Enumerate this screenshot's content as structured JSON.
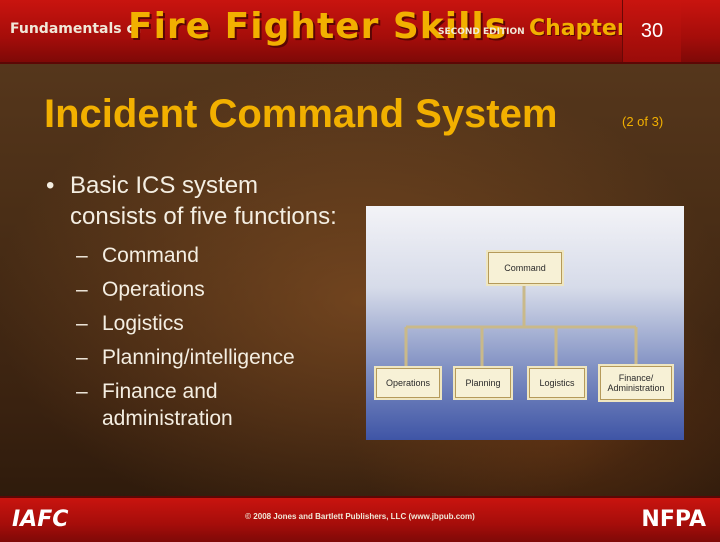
{
  "header": {
    "series": "Fundamentals of",
    "title": "Fire Fighter Skills",
    "edition": "SECOND EDITION",
    "chapter_label": "Chapter",
    "chapter_number": "30"
  },
  "slide": {
    "title": "Incident Command System",
    "title_note": "(2 of 3)",
    "bullet": "Basic ICS system consists of five functions:",
    "sub_items": [
      "Command",
      "Operations",
      "Logistics",
      "Planning/intelligence",
      "Finance and administration"
    ]
  },
  "diagram": {
    "top": "Command",
    "children": [
      "Operations",
      "Planning",
      "Logistics",
      "Finance/ Administration"
    ]
  },
  "footer": {
    "left_logo": "IAFC",
    "copyright": "© 2008 Jones and Bartlett Publishers, LLC (www.jbpub.com)",
    "right_logo": "NFPA"
  }
}
